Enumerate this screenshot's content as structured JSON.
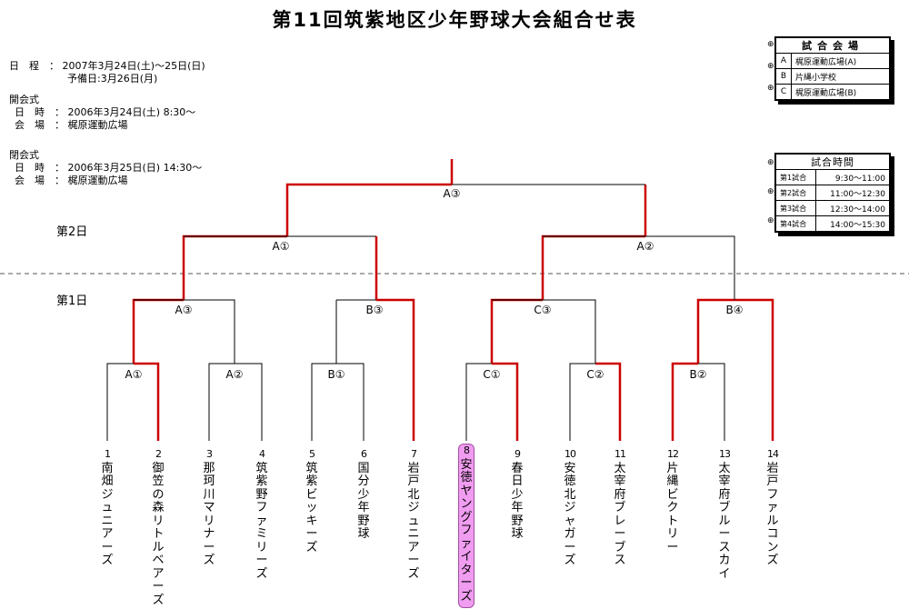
{
  "title": "第11回筑紫地区少年野球大会組合せ表",
  "schedule": {
    "label": "日　程　：",
    "value": "2007年3月24日(土)～25日(日)",
    "reserve": "予備日:3月26日(月)"
  },
  "opening1": {
    "heading": "開会式",
    "time_label": "日　時　：",
    "time_value": "2006年3月24日(土) 8:30～",
    "venue_label": "会　場　：",
    "venue_value": "梶原運動広場"
  },
  "opening2": {
    "heading": "閉会式",
    "time_label": "日　時　：",
    "time_value": "2006年3月25日(日) 14:30～",
    "venue_label": "会　場　：",
    "venue_value": "梶原運動広場"
  },
  "days": {
    "day2": "第2日",
    "day1": "第1日"
  },
  "venues": {
    "header": "試合会場",
    "rows": [
      {
        "code": "A",
        "name": "梶原運動広場(A)"
      },
      {
        "code": "B",
        "name": "片縄小学校"
      },
      {
        "code": "C",
        "name": "梶原運動広場(B)"
      }
    ]
  },
  "times": {
    "header": "試合時間",
    "rows": [
      {
        "game": "第1試合",
        "time": "9:30～11:00"
      },
      {
        "game": "第2試合",
        "time": "11:00～12:30"
      },
      {
        "game": "第3試合",
        "time": "12:30～14:00"
      },
      {
        "game": "第4試合",
        "time": "14:00～15:30"
      }
    ]
  },
  "matches": {
    "final": "A③",
    "semi_left": "A①",
    "semi_right": "A②",
    "q1": "A③",
    "q2": "B③",
    "q3": "C③",
    "q4": "B④",
    "r1": "A①",
    "r2": "A②",
    "r3": "B①",
    "r4": "C①",
    "r5": "C②",
    "r6": "B②"
  },
  "teams": [
    {
      "num": "1",
      "name": "南畑ジュニアーズ"
    },
    {
      "num": "2",
      "name": "御笠の森リトルベアーズ"
    },
    {
      "num": "3",
      "name": "那珂川マリナーズ"
    },
    {
      "num": "4",
      "name": "筑紫野ファミリーズ"
    },
    {
      "num": "5",
      "name": "筑紫ビッキーズ"
    },
    {
      "num": "6",
      "name": "国分少年野球"
    },
    {
      "num": "7",
      "name": "岩戸北ジュニアーズ"
    },
    {
      "num": "8",
      "name": "安徳ヤングファイターズ"
    },
    {
      "num": "9",
      "name": "春日少年野球"
    },
    {
      "num": "10",
      "name": "安徳北ジャガーズ"
    },
    {
      "num": "11",
      "name": "太宰府ブレーブス"
    },
    {
      "num": "12",
      "name": "片縄ビクトリー"
    },
    {
      "num": "13",
      "name": "太宰府ブルースカイ"
    },
    {
      "num": "14",
      "name": "岩戸ファルコンズ"
    }
  ],
  "colors": {
    "win_line": "#cc0000",
    "line": "#000000",
    "highlight": "#f09cf0"
  }
}
